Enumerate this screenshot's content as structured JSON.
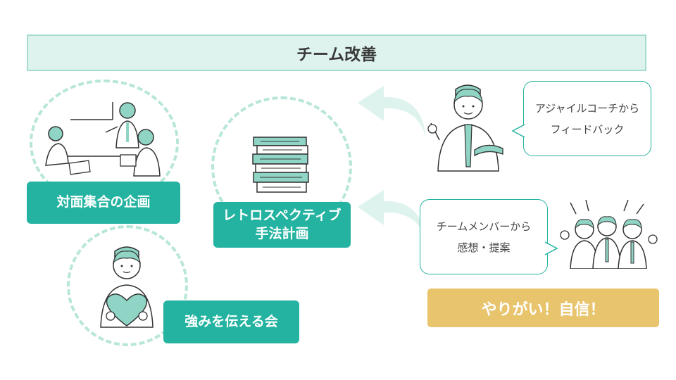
{
  "title": "チーム改善",
  "items": {
    "meeting": "対面集合の企画",
    "retro_line1": "レトロスペクティブ",
    "retro_line2": "手法計画",
    "strengths": "強みを伝える会"
  },
  "feedback": {
    "coach_line1": "アジャイルコーチから",
    "coach_line2": "フィードバック",
    "members_line1": "チームメンバーから",
    "members_line2": "感想・提案"
  },
  "result": "やりがい！自信！",
  "colors": {
    "teal": "#24b3a0",
    "mint": "#b8e6da",
    "gold": "#e8c46c"
  },
  "icons": [
    "meeting-people-icon",
    "books-icon",
    "heart-holding-person-icon",
    "coach-icon",
    "cheering-members-icon",
    "curved-arrow-icon"
  ]
}
